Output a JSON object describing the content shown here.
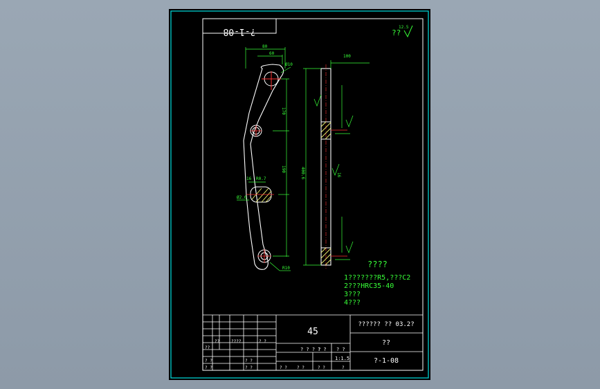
{
  "drawing": {
    "code_box": "?-1-08",
    "roughness_symbol_text": "??",
    "roughness_value": "12.5",
    "dims": {
      "top_width": "80",
      "top_inner": "60",
      "hole_top": "Ø10",
      "upper_span": "170",
      "lower_span": "190",
      "slot_width": "R0.7",
      "slot_left": "Ø2.6",
      "mid_small": "16",
      "bottom_hole": "R10",
      "total_length": "400.6",
      "side_top": "100",
      "side_right_label": "16"
    },
    "notes": {
      "heading": "????",
      "lines": [
        "1???????R5,???C2",
        "2???HRC35-40",
        "3???",
        "4???"
      ]
    },
    "title_block": {
      "material": "45",
      "org": "?????? ?? 03.2?",
      "part_name": "??",
      "drawing_no": "?-1-08",
      "scale_label": "? ? ? ?",
      "scale_value": "1:1.5",
      "sheet_labels": [
        "? ?",
        "? ?"
      ],
      "sheet_row": [
        "? ?",
        "? ?",
        "? ?",
        "?"
      ],
      "left_labels": [
        "??",
        "????",
        "? ?",
        "??",
        "? ?",
        "? ?",
        "? ?",
        "? ?"
      ]
    }
  },
  "colors": {
    "frame": "#00e0e0",
    "line": "#ffffff",
    "dim": "#38ff38",
    "hatch": "#f0f070",
    "center": "#ff3030"
  }
}
